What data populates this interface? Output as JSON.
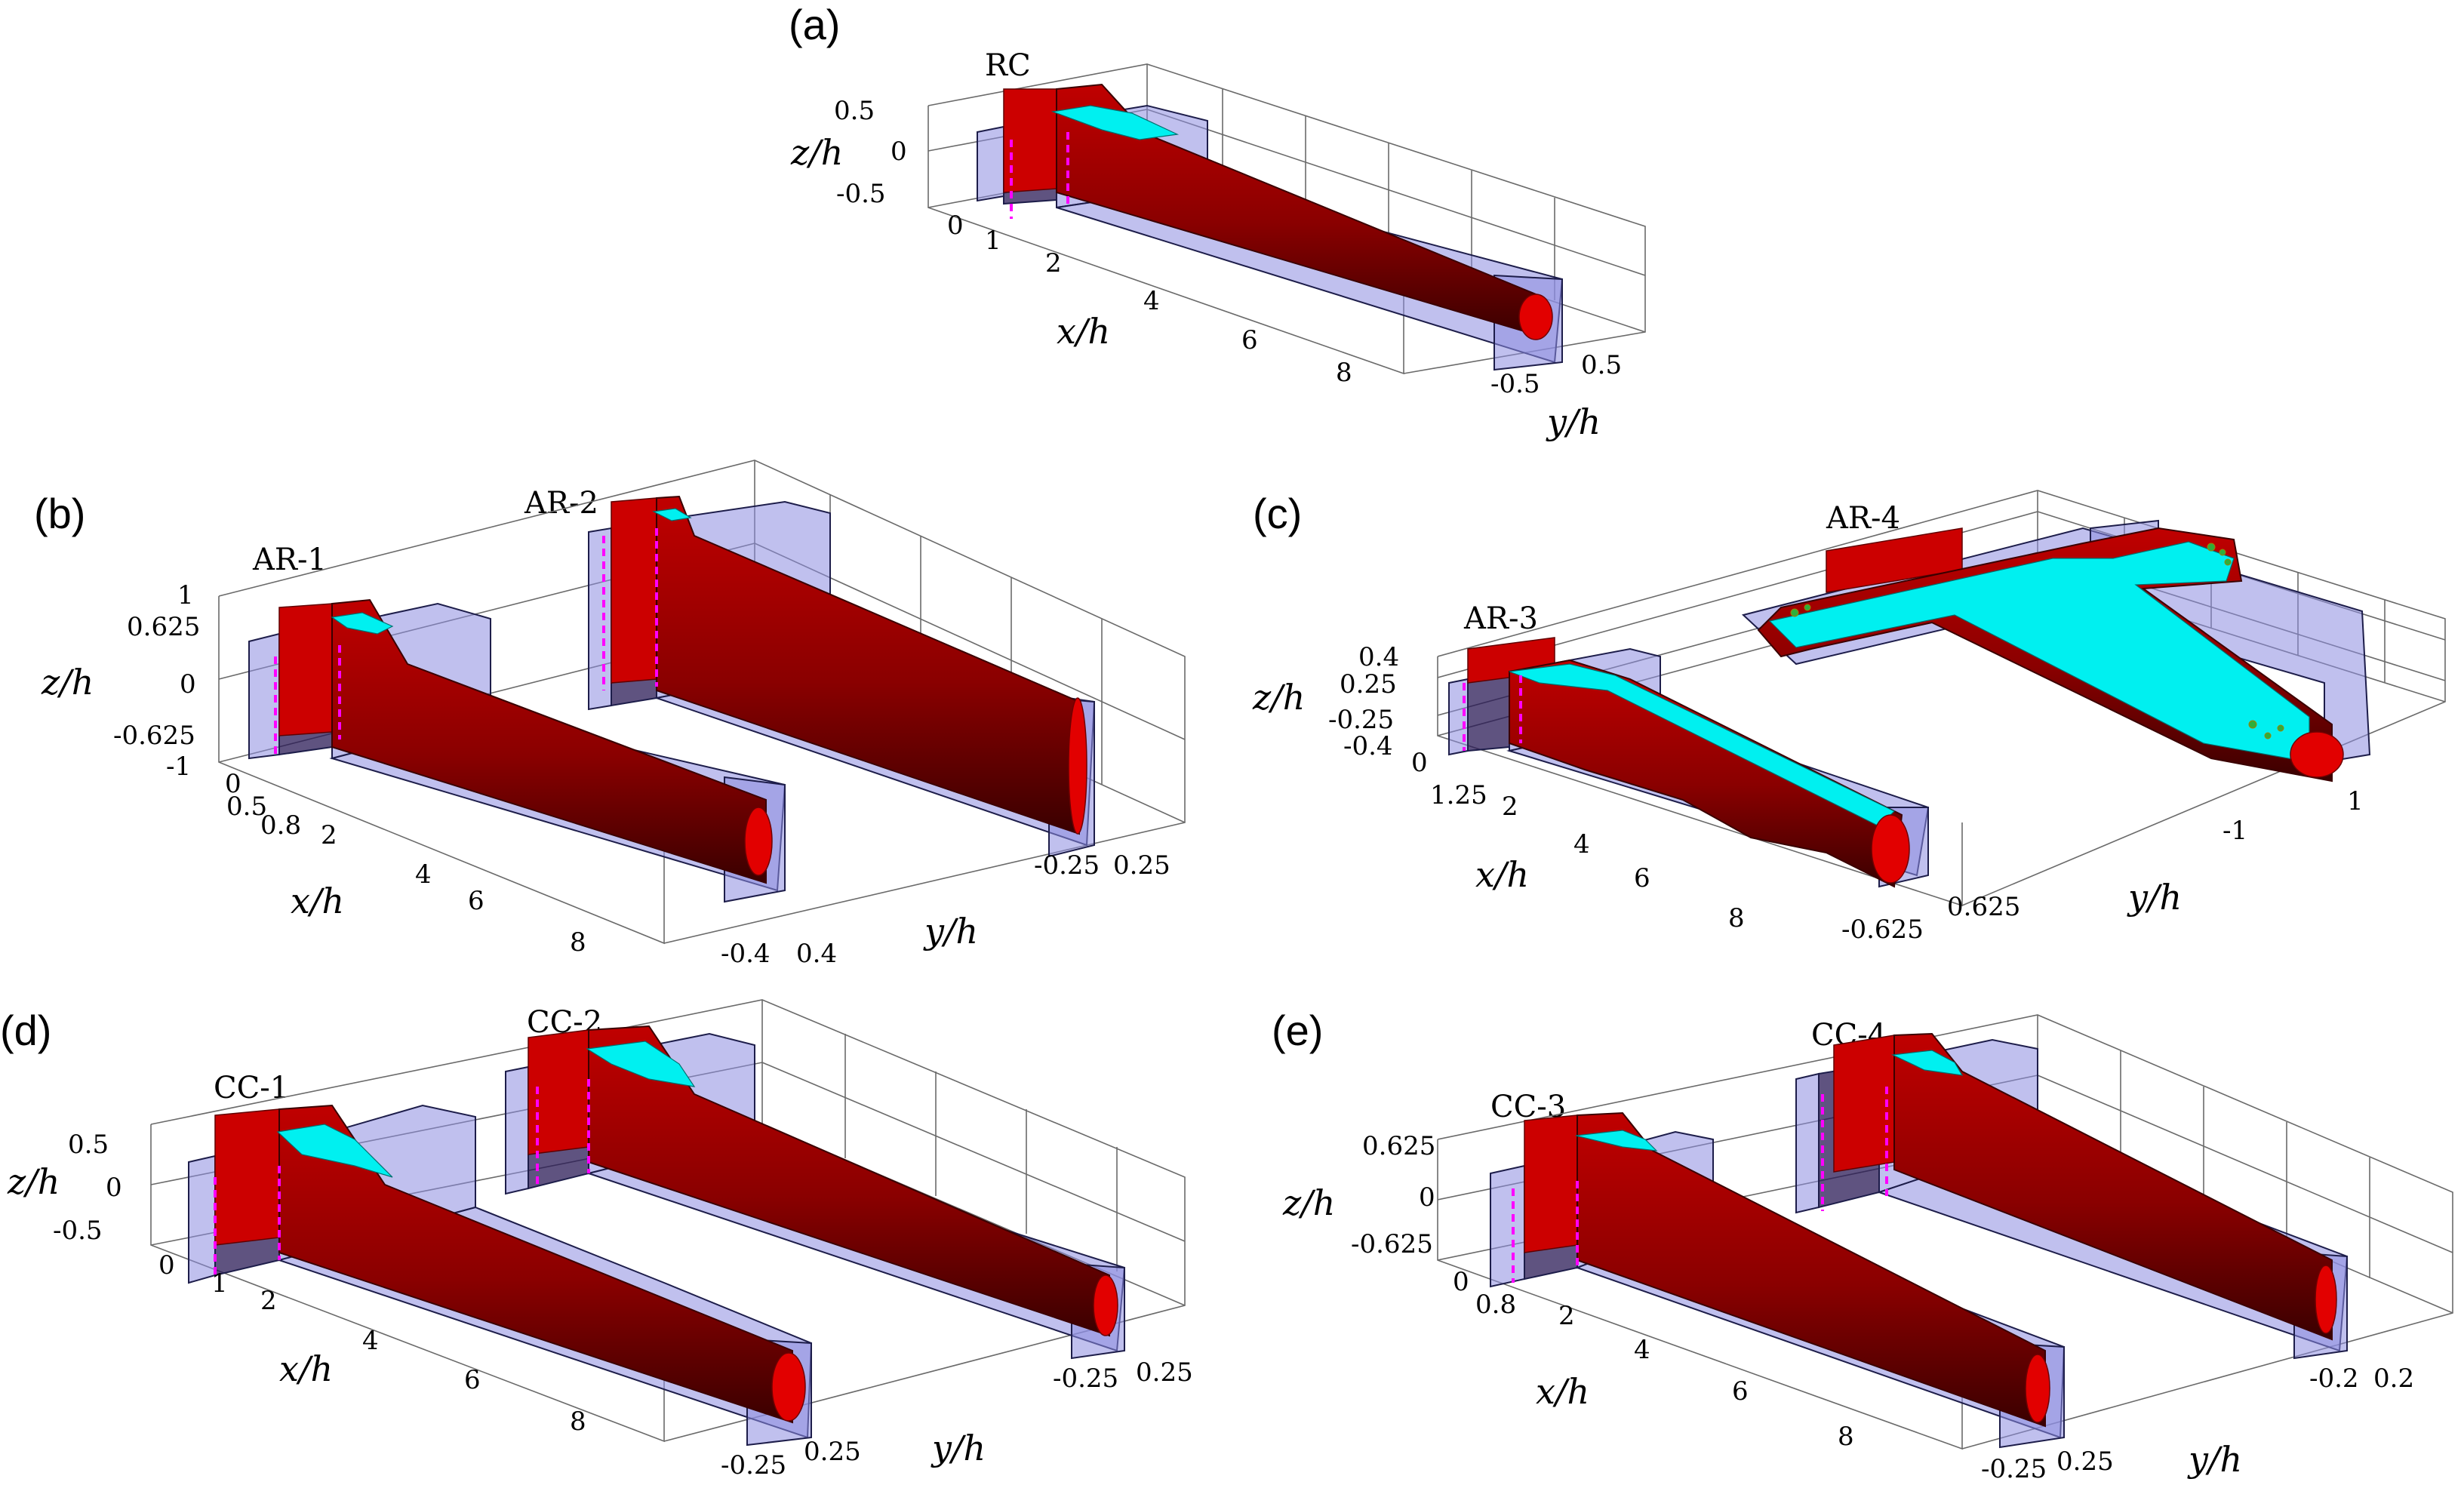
{
  "panels": [
    {
      "letter": "(a)",
      "cases": [
        "RC"
      ],
      "z_label": "z/h",
      "x_label": "x/h",
      "y_label": "y/h",
      "z_ticks": [
        "0.5",
        "0",
        "-0.5"
      ],
      "x_ticks": [
        "0",
        "1",
        "2",
        "4",
        "6",
        "8"
      ],
      "y_ticks": [
        "-0.5",
        "0.5"
      ]
    },
    {
      "letter": "(b)",
      "cases": [
        "AR-1",
        "AR-2"
      ],
      "z_label": "z/h",
      "x_label": "x/h",
      "y_label": "y/h",
      "z_ticks": [
        "1",
        "0.625",
        "0",
        "-0.625",
        "-1"
      ],
      "x_ticks": [
        "0",
        "0.5",
        "0.8",
        "2",
        "4",
        "6",
        "8"
      ],
      "y_ticks_front": [
        "-0.4",
        "0.4"
      ],
      "y_ticks_back": [
        "-0.25",
        "0.25"
      ]
    },
    {
      "letter": "(c)",
      "cases": [
        "AR-3",
        "AR-4"
      ],
      "z_label": "z/h",
      "x_label": "x/h",
      "y_label": "y/h",
      "z_ticks": [
        "0.4",
        "0.25",
        "-0.25",
        "-0.4"
      ],
      "x_ticks": [
        "0",
        "1.25",
        "2",
        "4",
        "6",
        "8"
      ],
      "y_ticks_front": [
        "-0.625",
        "0.625"
      ],
      "y_ticks_back": [
        "-1",
        "1"
      ]
    },
    {
      "letter": "(d)",
      "cases": [
        "CC-1",
        "CC-2"
      ],
      "z_label": "z/h",
      "x_label": "x/h",
      "y_label": "y/h",
      "z_ticks": [
        "0.5",
        "0",
        "-0.5"
      ],
      "x_ticks": [
        "0",
        "1",
        "2",
        "4",
        "6",
        "8"
      ],
      "y_ticks_front": [
        "-0.25",
        "0.25"
      ],
      "y_ticks_back": [
        "-0.25",
        "0.25"
      ]
    },
    {
      "letter": "(e)",
      "cases": [
        "CC-3",
        "CC-4"
      ],
      "z_label": "z/h",
      "x_label": "x/h",
      "y_label": "y/h",
      "z_ticks": [
        "0.625",
        "0",
        "-0.625"
      ],
      "x_ticks": [
        "0",
        "0.8",
        "2",
        "4",
        "6",
        "8"
      ],
      "y_ticks_front": [
        "-0.25",
        "0.25"
      ],
      "y_ticks_back": [
        "-0.2",
        "0.2"
      ]
    }
  ],
  "colors": {
    "channel_fill": "#8c8ce0",
    "thread_red": "#cc0000",
    "dark_red": "#3a0000",
    "cyan_film": "#00f0f0",
    "marker_magenta": "#ff00ff",
    "droplet_green": "#2fae3a"
  }
}
